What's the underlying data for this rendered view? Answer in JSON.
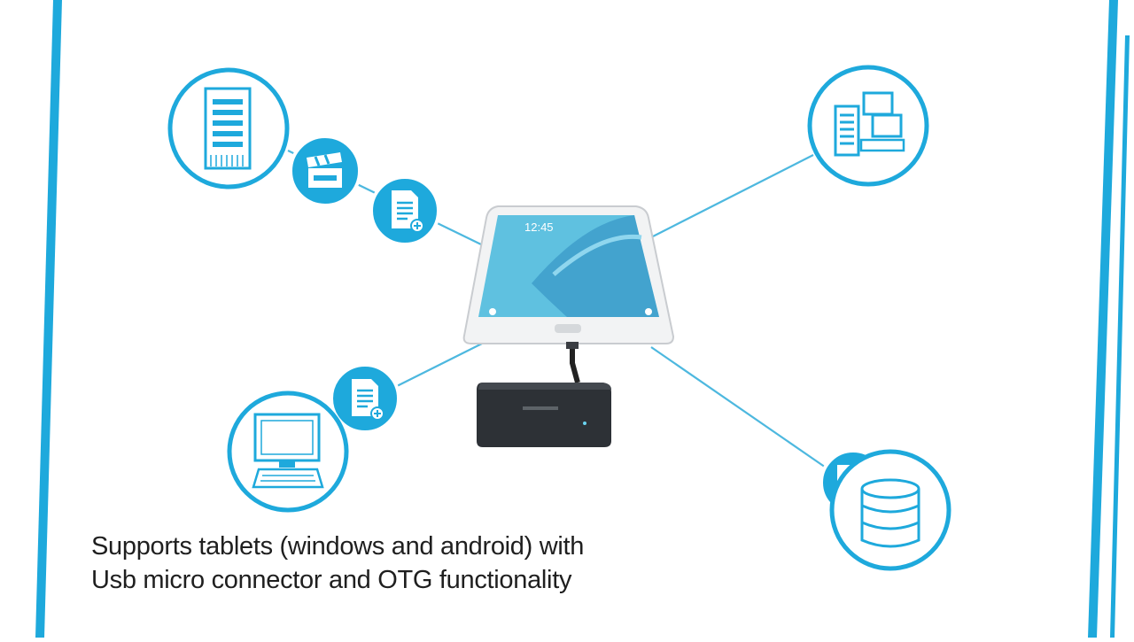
{
  "colors": {
    "accent": "#1ea9dc",
    "frame": "#1ea9dc",
    "text": "#1f1f1f",
    "device": "#2d3136",
    "tablet_screen": "#5fc1e0"
  },
  "caption": {
    "line1": "Supports tablets (windows and android) with",
    "line2": "Usb micro connector and OTG functionality"
  },
  "tablet": {
    "clock": "12:45"
  },
  "icons": [
    "server-icon",
    "clapperboard-icon",
    "document-add-icon",
    "network-computers-icon",
    "desktop-computer-icon",
    "folder-icon",
    "database-icon",
    "tablet-icon",
    "card-reader-icon"
  ]
}
